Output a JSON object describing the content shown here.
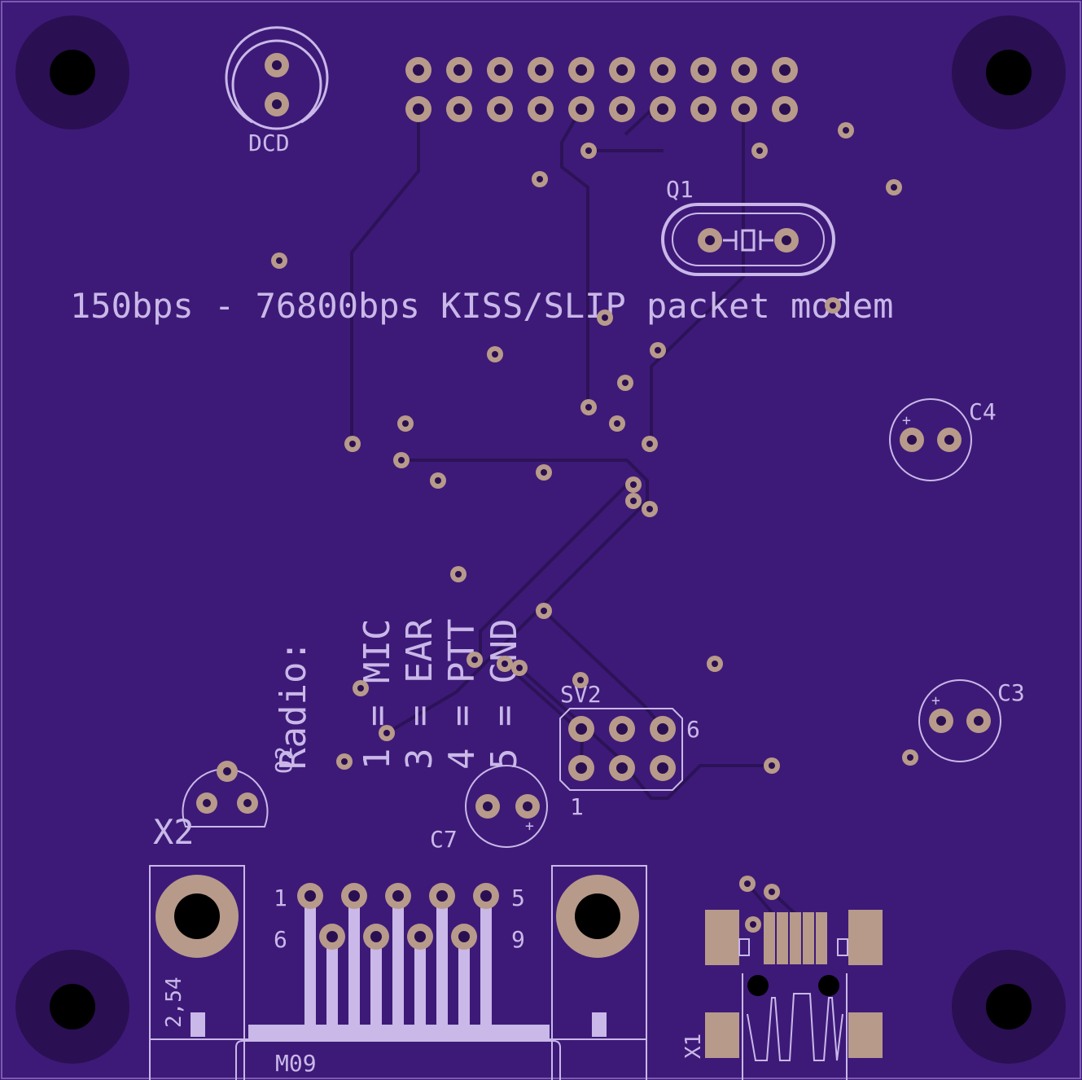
{
  "title": "150bps - 76800bps KISS/SLIP packet modem",
  "labels": {
    "dcd": "DCD",
    "q1": "Q1",
    "c4": "C4",
    "c3": "C3",
    "c7": "C7",
    "sv2": "SV2",
    "x2": "X2",
    "x1": "X1",
    "q2": "Q2",
    "m09": "M09",
    "pitch": "2,54",
    "sv2_pin1": "1",
    "sv2_pin6": "6",
    "db9_pin1": "1",
    "db9_pin5": "5",
    "db9_pin6": "6",
    "db9_pin9": "9",
    "cap_plus": "+"
  },
  "radio": {
    "heading": "Radio:",
    "pins": [
      "1 = MIC",
      "3 = EAR",
      "4 = PTT",
      "5 = GND"
    ]
  },
  "colors": {
    "board": "#3d1a78",
    "board_dark": "#2a0f52",
    "copper": "#b79a8a",
    "silk": "#c9b8e8",
    "trace": "#2c1257",
    "hole": "#000000"
  }
}
